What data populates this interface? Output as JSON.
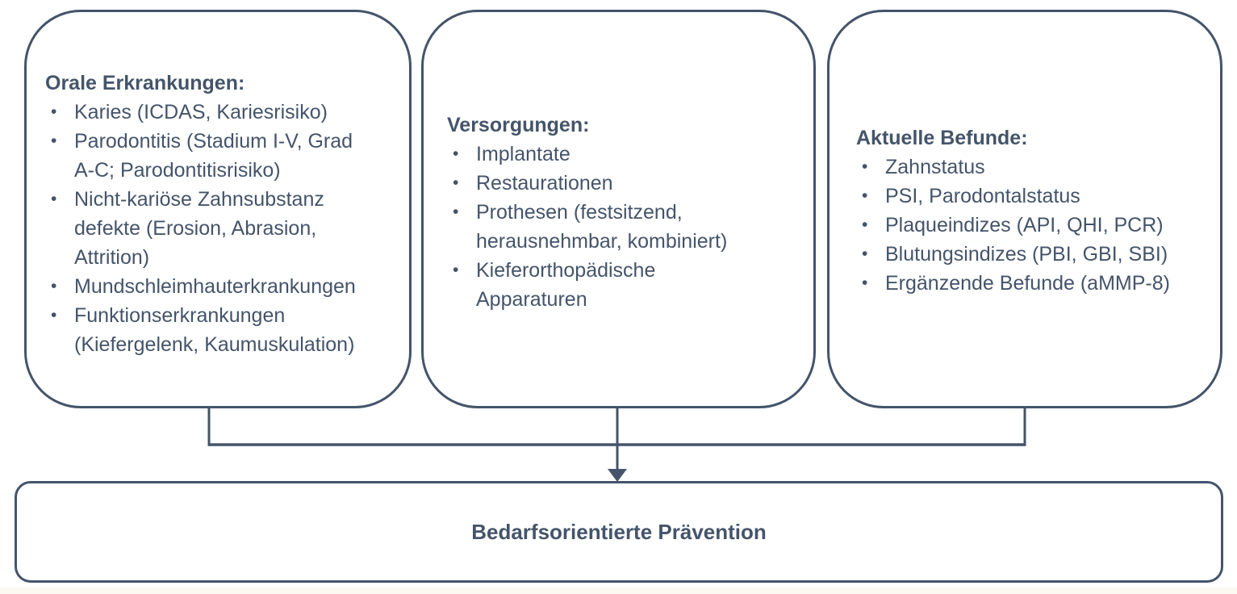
{
  "diagram": {
    "bullet_char": "•",
    "colors": {
      "accent": "#44546a",
      "background": "#ffffff"
    },
    "boxes": [
      {
        "title": "Orale Erkrankungen:",
        "items": [
          "Karies (ICDAS, Kariesrisiko)",
          "Parodontitis (Stadium I-V, Grad\nA-C; Parodontitisrisiko)",
          "Nicht-kariöse Zahnsubstanz\ndefekte (Erosion, Abrasion,\nAttrition)",
          "Mundschleimhauterkrankungen",
          "Funktionserkrankungen\n(Kiefergelenk, Kaumuskulation)"
        ]
      },
      {
        "title": "Versorgungen:",
        "items": [
          "Implantate",
          "Restaurationen",
          "Prothesen (festsitzend,\nherausnehmbar, kombiniert)",
          "Kieferorthopädische\nApparaturen"
        ]
      },
      {
        "title": "Aktuelle Befunde:",
        "items": [
          "Zahnstatus",
          "PSI, Parodontalstatus",
          "Plaqueindizes (API, QHI, PCR)",
          "Blutungsindizes (PBI, GBI, SBI)",
          "Ergänzende Befunde (aMMP-8)"
        ]
      }
    ],
    "result_box": {
      "label": "Bedarfsorientierte Prävention"
    }
  }
}
